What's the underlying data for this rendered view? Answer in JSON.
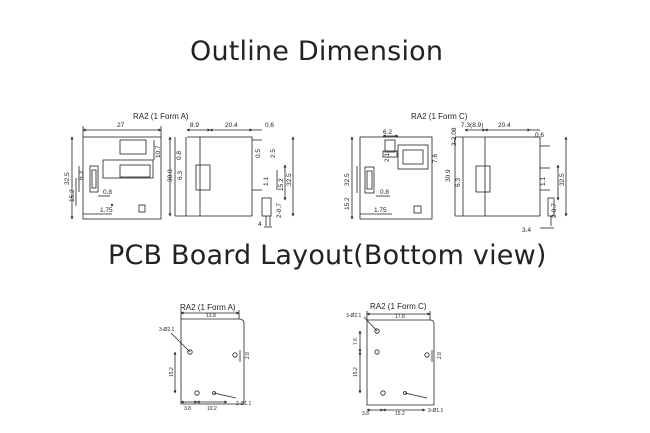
{
  "titles": {
    "outline": "Outline Dimension",
    "pcb": "PCB Board Layout(Bottom view)"
  },
  "outline_a": {
    "label": "RA2 (1 Form A)",
    "dims": {
      "width_27": "27",
      "d89": "8.9",
      "d204": "20.4",
      "d06": "0.6",
      "d107": "10.7",
      "d63": "6.3",
      "d325": "32.5",
      "d152": "15.2",
      "d08": "0.8",
      "d175": "1.75",
      "d300": "30.0",
      "d08s": "0.8",
      "d63s": "6.3",
      "d05": "0.5",
      "d25": "2.5",
      "d11": "1.1",
      "d152s": "15.2",
      "d325s": "32.5",
      "d207": "2-0.7",
      "d4": "4"
    }
  },
  "outline_c": {
    "label": "RA2 (1 Form C)",
    "dims": {
      "d62": "6.2",
      "d21": "2.1",
      "d76": "7.6",
      "d325": "32.5",
      "d152": "15.2",
      "d08": "0.8",
      "d175": "1.75",
      "d3208": "3-2.08",
      "d73": "7.3(8.9)",
      "d204": "20.4",
      "d06": "0.6",
      "d309": "30.9",
      "d63": "6.3",
      "d11": "1.1",
      "d325s": "32.5",
      "d207": "2-0.7",
      "d34": "3.4"
    }
  },
  "pcb_a": {
    "label": "RA2 (1 Form A)",
    "dims": {
      "top": "13.8",
      "hole3": "3-Ø2.1",
      "side": "2.8",
      "left": "15.2",
      "b38": "3.8",
      "b102": "10.2",
      "hole2": "2-Ø1.1"
    }
  },
  "pcb_c": {
    "label": "RA2 (1 Form C)",
    "dims": {
      "top": "17.8",
      "hole3": "3-Ø2.1",
      "d76": "7.6",
      "side": "2.8",
      "left": "15.2",
      "b38": "3.8",
      "b152": "15.2",
      "hole3b": "3-Ø1.1"
    }
  }
}
